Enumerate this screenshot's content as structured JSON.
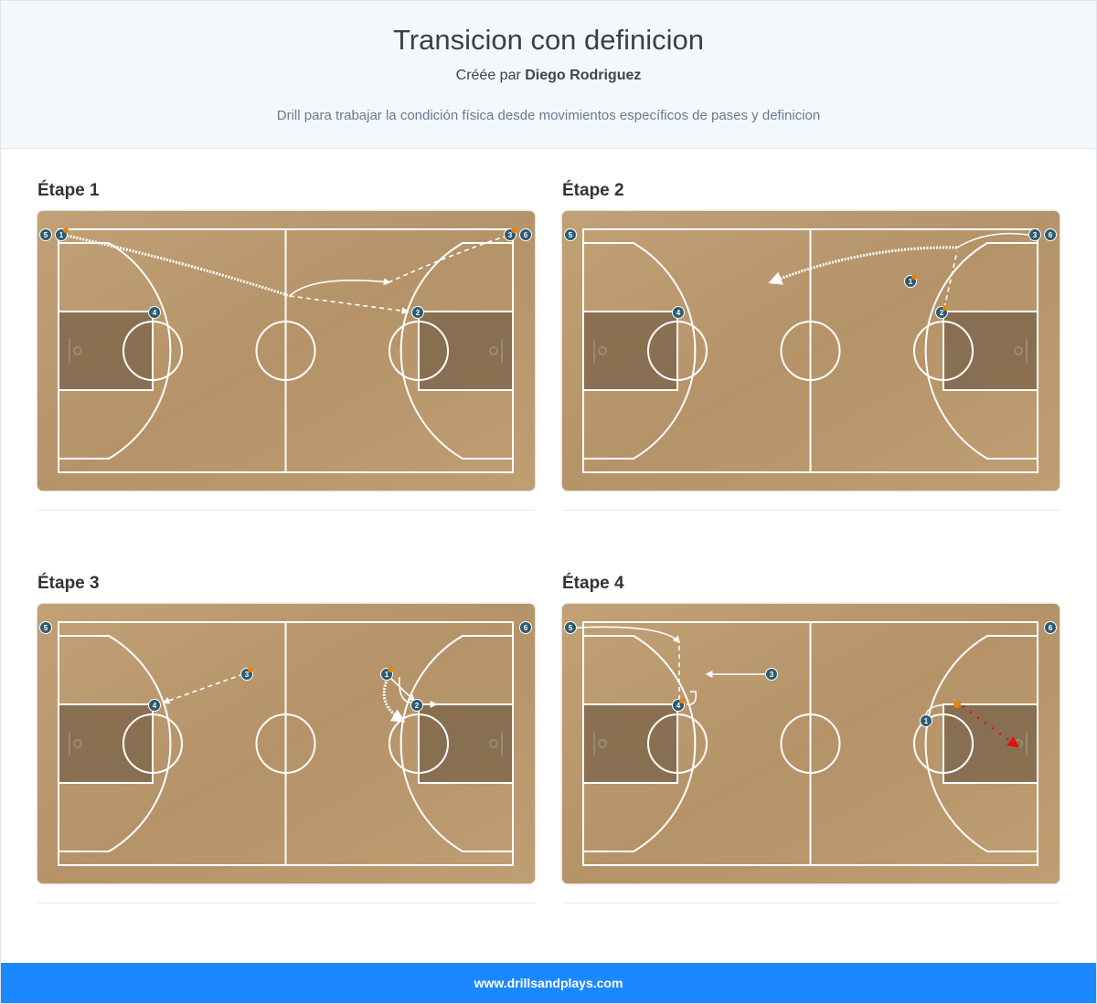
{
  "header": {
    "title": "Transicion con definicion",
    "author_prefix": "Créée par",
    "author_name": "Diego Rodriguez",
    "description": "Drill para trabajar la condición física desde movimientos específicos de pases y definicion"
  },
  "steps": [
    {
      "title": "Étape 1",
      "players": [
        {
          "label": "5",
          "has_ball": false
        },
        {
          "label": "1",
          "has_ball": true
        },
        {
          "label": "3",
          "has_ball": true
        },
        {
          "label": "6",
          "has_ball": false
        },
        {
          "label": "4",
          "has_ball": false
        },
        {
          "label": "2",
          "has_ball": false
        }
      ]
    },
    {
      "title": "Étape 2",
      "players": [
        {
          "label": "5",
          "has_ball": false
        },
        {
          "label": "3",
          "has_ball": false
        },
        {
          "label": "6",
          "has_ball": false
        },
        {
          "label": "1",
          "has_ball": true
        },
        {
          "label": "4",
          "has_ball": false
        },
        {
          "label": "2",
          "has_ball": true
        }
      ]
    },
    {
      "title": "Étape 3",
      "players": [
        {
          "label": "5",
          "has_ball": false
        },
        {
          "label": "6",
          "has_ball": false
        },
        {
          "label": "3",
          "has_ball": true
        },
        {
          "label": "4",
          "has_ball": false
        },
        {
          "label": "1",
          "has_ball": true
        },
        {
          "label": "2",
          "has_ball": false
        }
      ]
    },
    {
      "title": "Étape 4",
      "players": [
        {
          "label": "5",
          "has_ball": false
        },
        {
          "label": "6",
          "has_ball": false
        },
        {
          "label": "3",
          "has_ball": false
        },
        {
          "label": "4",
          "has_ball": true
        },
        {
          "label": "1",
          "has_ball": false
        }
      ]
    }
  ],
  "footer": {
    "link_text": "www.drillsandplays.com"
  },
  "colors": {
    "header_bg": "#f3f8fc",
    "footer_bg": "#1c88ff",
    "court_wood": "#b8966c",
    "paint": "#7a6248",
    "player_marker": "#2d5b72",
    "ball": "#e0860e",
    "shot_arrow": "#dd1111"
  }
}
